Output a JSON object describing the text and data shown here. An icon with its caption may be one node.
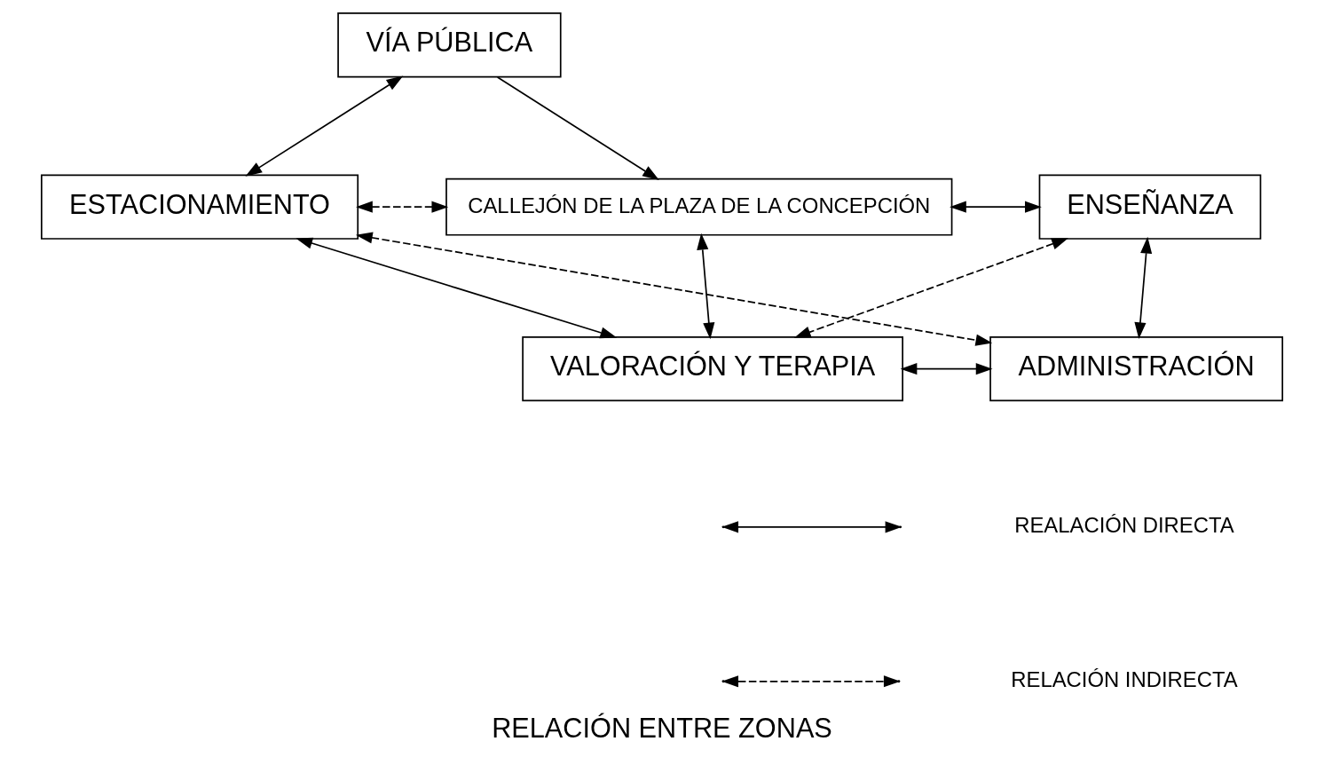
{
  "diagram": {
    "caption": "RELACIÓN ENTRE ZONAS",
    "nodes": [
      {
        "text": [
          "VÍA PÚBLICA"
        ]
      },
      {
        "text": [
          "ESTACIONAMIENTO"
        ]
      },
      {
        "text": [
          "CALLEJÓN DE LA PLAZA DE LA CONCEPCIÓN"
        ]
      },
      {
        "text": [
          "ENSEÑANZA"
        ]
      },
      {
        "text": [
          "VALORACIÓN Y TERAPIA"
        ]
      },
      {
        "text": [
          "ADMINISTRACIÓN"
        ]
      }
    ],
    "edges": [
      {
        "from": 1,
        "to": 0,
        "arrow": "both"
      },
      {
        "from": 0,
        "to": 2,
        "arrow": "to"
      },
      {
        "from": 1,
        "to": 2,
        "arrow": "both",
        "style": "dashed"
      },
      {
        "from": 2,
        "to": 3,
        "arrow": "both"
      },
      {
        "from": 1,
        "to": 4,
        "arrow": "both"
      },
      {
        "from": 2,
        "to": 4,
        "arrow": "both"
      },
      {
        "from": 3,
        "to": 4,
        "arrow": "both",
        "style": "dashed"
      },
      {
        "from": 3,
        "to": 5,
        "arrow": "both"
      },
      {
        "from": 4,
        "to": 5,
        "arrow": "both"
      },
      {
        "from": 1,
        "to": 5,
        "arrow": "both",
        "style": "dashed"
      }
    ],
    "legend": [
      {
        "text": "REALACIÓN DIRECTA"
      },
      {
        "text": "RELACIÓN INDIRECTA"
      }
    ]
  }
}
